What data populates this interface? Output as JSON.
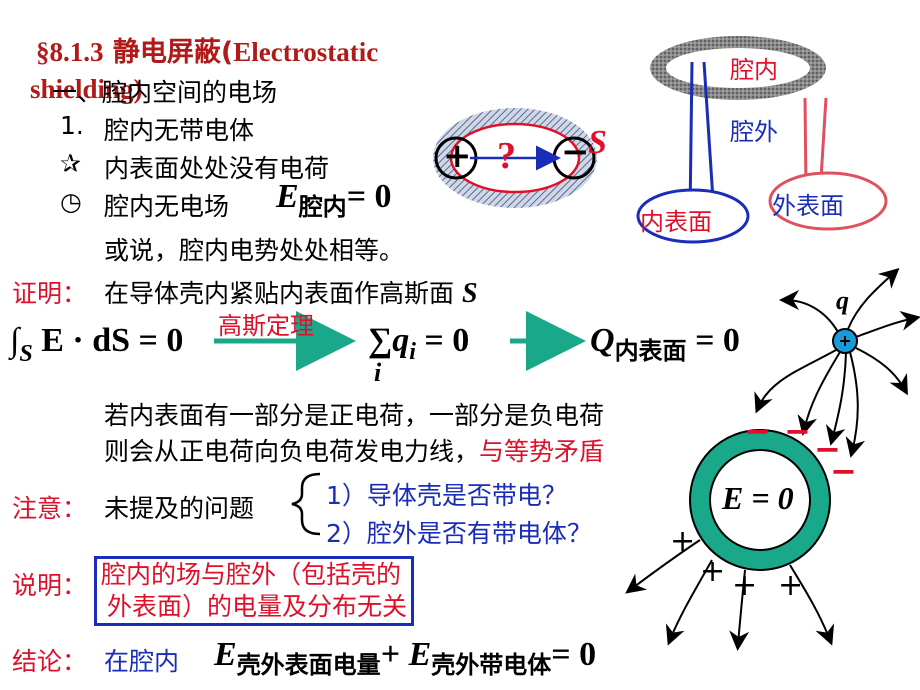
{
  "heading": {
    "section": "§8.1.3",
    "title_cn": "静电屏蔽(",
    "title_en1": "Electrostatic",
    "title_en2": "shielding)"
  },
  "point_one": "一、腔内空间的电场",
  "case_1": {
    "number": "1.",
    "label": "腔内无带电体",
    "star_text": "内表面处处没有电荷",
    "clock_text": "腔内无电场",
    "clock_eq": "E",
    "clock_eq_sub": "腔内",
    "clock_eq_rhs": "= 0",
    "or_text": "或说，腔内电势处处相等。"
  },
  "proof": {
    "label": "证明：",
    "text": "在导体壳内紧贴内表面作高斯面",
    "s": "S",
    "gauss_label": "高斯定理",
    "integral_lhs": "∫",
    "integral_s": "S",
    "integral_body": "E · dS = 0",
    "sum_symbol": "∑",
    "sum_body": "q",
    "sum_sub": "i",
    "sum_rhs": "= 0",
    "sum_below": "i",
    "q_label": "Q",
    "q_sub": "内表面",
    "q_rhs": "= 0"
  },
  "reasoning": {
    "line1": "若内表面有一部分是正电荷，一部分是负电荷",
    "line2_black": "则会从正电荷向负电荷发电力线，",
    "line2_red": "与等势矛盾"
  },
  "note": {
    "label": "注意：",
    "text": "未提及的问题",
    "q1": "1）导体壳是否带电？",
    "q2": "2）腔外是否有带电体？"
  },
  "explain": {
    "label": "说明：",
    "line1": "腔内的场与腔外（包括壳的",
    "line2": "外表面）的电量及分布无关"
  },
  "conclusion": {
    "label": "结论：",
    "text": "在腔内",
    "e1": "E",
    "e1_sub": "壳外表面电量",
    "plus": "+",
    "e2": "E",
    "e2_sub": "壳外带电体",
    "rhs": "= 0"
  },
  "diagram_top_right": {
    "inner_cavity": "腔内",
    "outer_region": "腔外",
    "inner_surface": "内表面",
    "outer_surface": "外表面"
  },
  "diagram_small": {
    "question": "?",
    "plus": "+",
    "minus": "−",
    "s_label": "S"
  },
  "diagram_bottom_right": {
    "q_label": "q",
    "field_zero": "E = 0",
    "minus": "−",
    "plus": "+"
  },
  "colors": {
    "red": "#e0102a",
    "blue": "#1a2db8",
    "teal": "#1aa88a",
    "maroon": "#b21a1a"
  }
}
